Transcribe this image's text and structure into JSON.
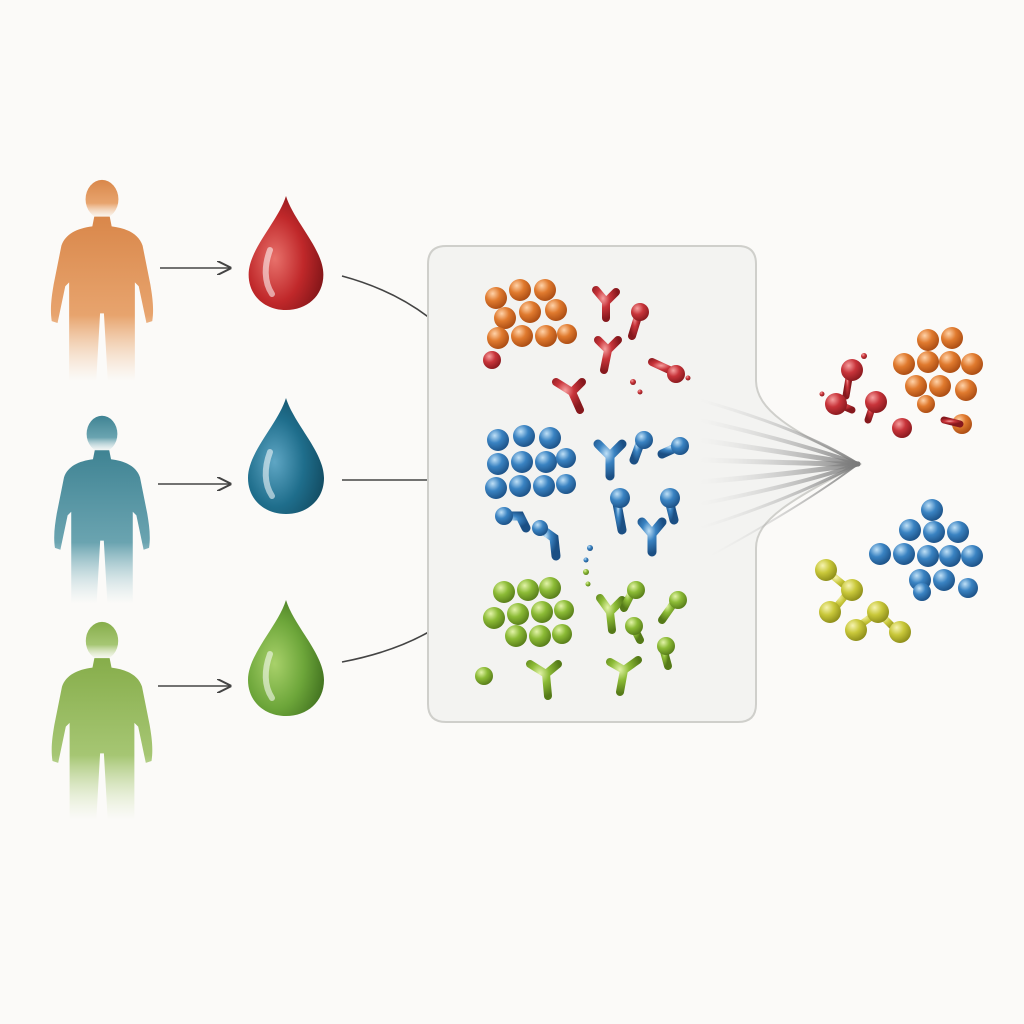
{
  "diagram": {
    "sources": [
      {
        "name": "person-orange",
        "color": "#d9874a",
        "drop_color": "#c0282a",
        "drop_highlight": "#e8716b",
        "molecule_group": "orange"
      },
      {
        "name": "person-teal",
        "color": "#3f8393",
        "drop_color": "#1f6e8c",
        "drop_highlight": "#5fa6c4",
        "molecule_group": "blue"
      },
      {
        "name": "person-green",
        "color": "#86ad4a",
        "drop_color": "#6da63a",
        "drop_highlight": "#a8d16a",
        "molecule_group": "green"
      }
    ],
    "molecule_colors": {
      "orange": "#e07a2e",
      "red": "#c8343a",
      "blue": "#3a83c2",
      "green": "#8cbb36",
      "yellow": "#c9c83a"
    },
    "panel": {
      "background": "#f3f3f1",
      "border": "#cfcfcb"
    },
    "output_clusters": [
      "orange-red",
      "blue-yellow"
    ]
  }
}
